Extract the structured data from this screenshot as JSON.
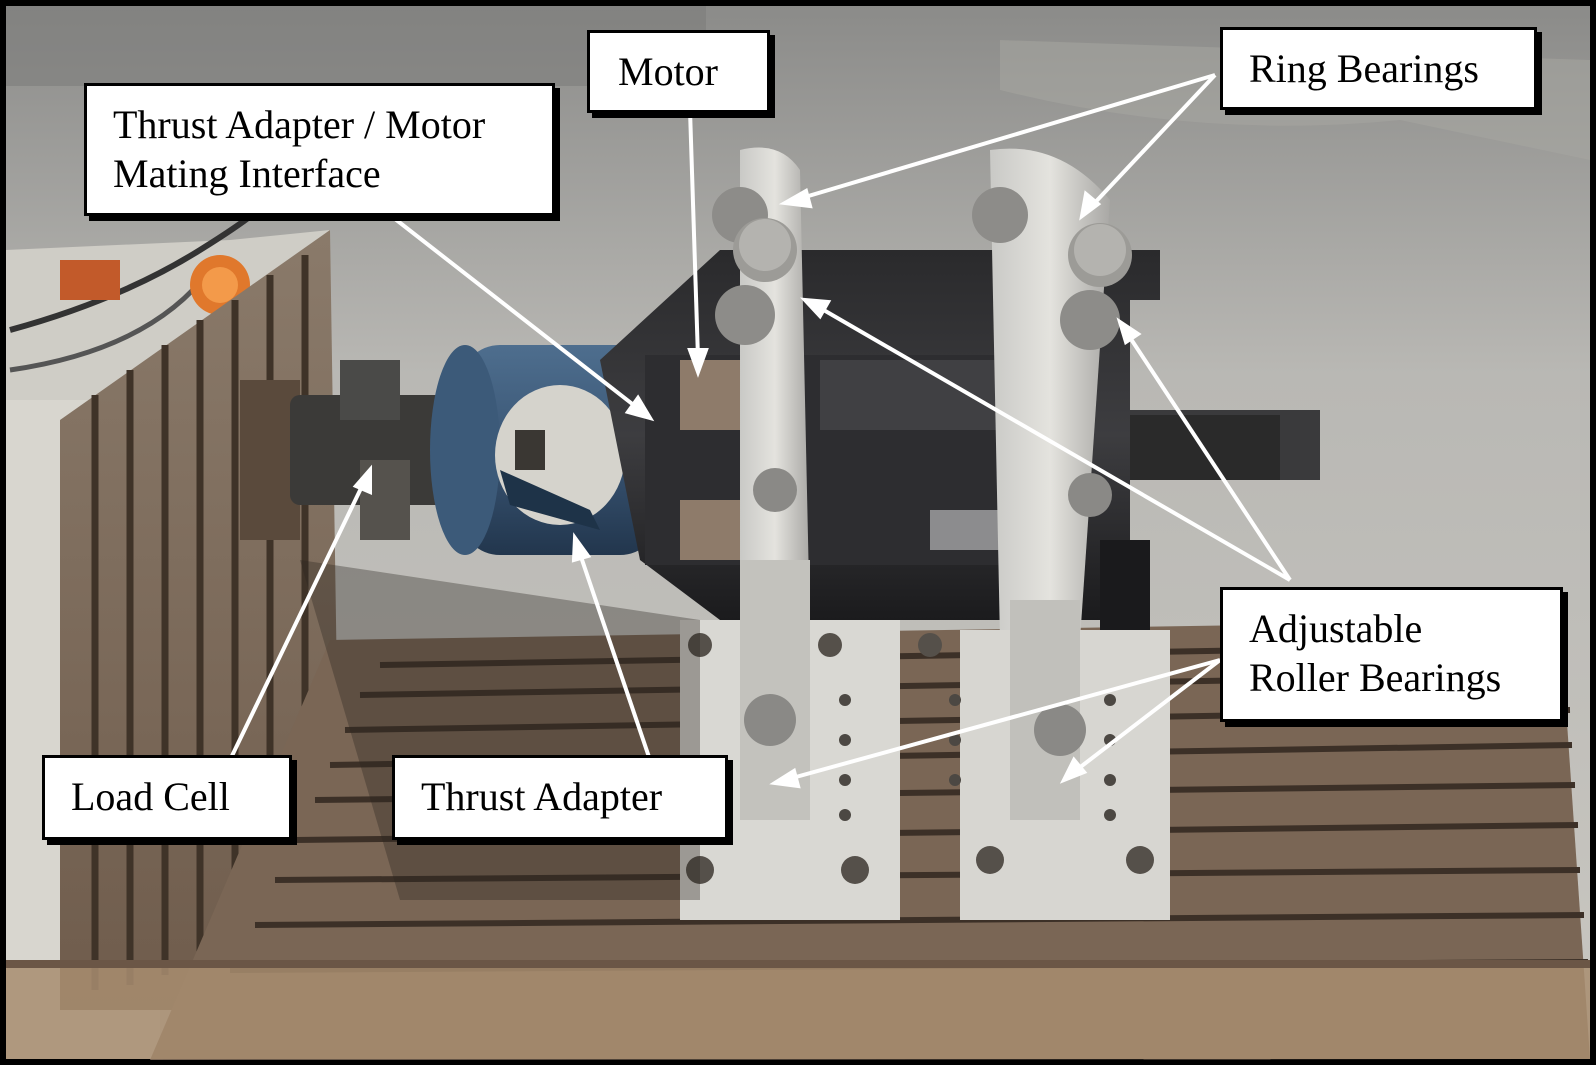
{
  "labels": {
    "motor": "Motor",
    "ring_bearings": "Ring Bearings",
    "thrust_adapter_interface_line1": "Thrust Adapter / Motor",
    "thrust_adapter_interface_line2": "Mating Interface",
    "adjustable_roller_line1": "Adjustable",
    "adjustable_roller_line2": "Roller Bearings",
    "load_cell": "Load Cell",
    "thrust_adapter": "Thrust Adapter"
  }
}
